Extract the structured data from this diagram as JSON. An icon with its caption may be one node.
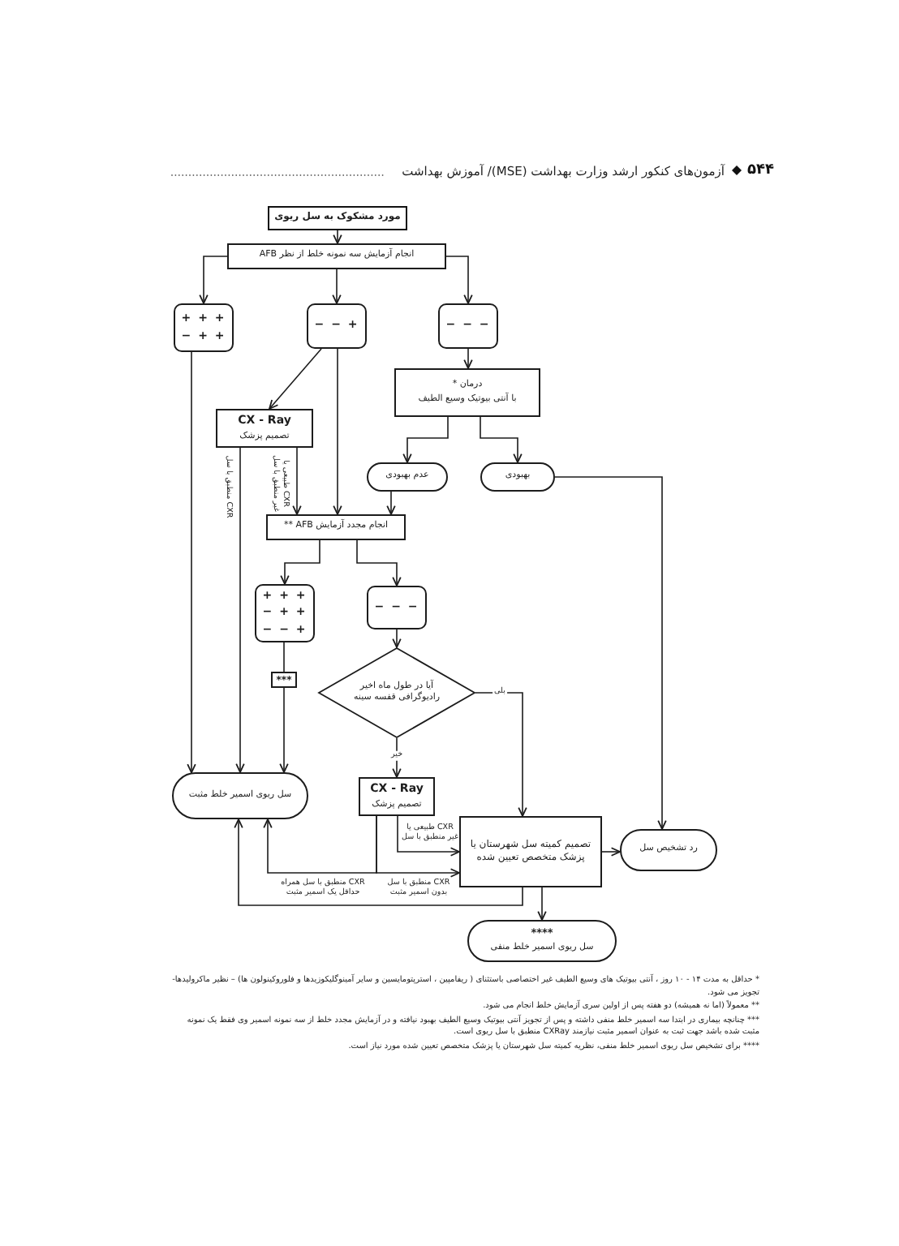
{
  "diagram": {
    "nodes": [
      {
        "text": [
          "مورد مشکوک به سل ریوی"
        ]
      },
      {
        "text": [
          "انجام آزمایش سه نمونه خلط از نظر AFB"
        ]
      },
      {
        "text": [
          "+ + +",
          "+ + −"
        ]
      },
      {
        "text": [
          "+ − −"
        ]
      },
      {
        "text": [
          "− − −"
        ]
      },
      {
        "text": [
          "درمان *",
          "با آنتی بیوتیک وسیع الطیف"
        ]
      },
      {
        "text": [
          "CX - Ray",
          "تصمیم پزشک"
        ]
      },
      {
        "text": [
          "عدم بهبودی"
        ]
      },
      {
        "text": [
          "بهبودی"
        ]
      },
      {
        "text": [
          "انجام مجدد آزمایش AFB **"
        ]
      },
      {
        "text": [
          "+ + +",
          "+ + −",
          "+ − −"
        ]
      },
      {
        "text": [
          "− − −"
        ]
      },
      {
        "text": [
          "***"
        ]
      },
      {
        "text": [
          "آیا در طول ماه اخیر رادیوگرافی قفسه سینه"
        ]
      },
      {
        "text": [
          "سل ریوی اسمیر خلط مثبت"
        ]
      },
      {
        "text": [
          "CX - Ray",
          "تصمیم پزشک"
        ]
      },
      {
        "text": [
          "تصمیم کمیته سل شهرستان یا پزشک متخصص تعیین شده"
        ]
      },
      {
        "text": [
          "رد تشخیص سل"
        ]
      },
      {
        "text": [
          "****",
          "سل ریوی اسمیر خلط منفی"
        ]
      }
    ],
    "edges": [
      {
        "from": 0,
        "to": 1,
        "arrow": "to"
      },
      {
        "from": 1,
        "to": 2,
        "arrow": "to"
      },
      {
        "from": 1,
        "to": 3,
        "arrow": "to"
      },
      {
        "from": 1,
        "to": 4,
        "arrow": "to"
      },
      {
        "from": 4,
        "to": 5,
        "arrow": "to"
      },
      {
        "from": 3,
        "to": 6,
        "arrow": "to"
      },
      {
        "from": 3,
        "to": 9,
        "arrow": "to"
      },
      {
        "from": 5,
        "to": 7,
        "arrow": "to"
      },
      {
        "from": 5,
        "to": 8,
        "arrow": "to"
      },
      {
        "from": 6,
        "to": 14,
        "arrow": "to",
        "label": "CXR منطبق با سل"
      },
      {
        "from": 6,
        "to": 9,
        "arrow": "to",
        "label": "CXR طبیعی یا غیر منطبق با سل"
      },
      {
        "from": 7,
        "to": 9,
        "arrow": "to"
      },
      {
        "from": 2,
        "to": 14,
        "arrow": "to"
      },
      {
        "from": 8,
        "to": 17,
        "arrow": "to"
      },
      {
        "from": 9,
        "to": 10,
        "arrow": "to"
      },
      {
        "from": 9,
        "to": 11,
        "arrow": "to"
      },
      {
        "from": 10,
        "to": 12,
        "arrow": "none"
      },
      {
        "from": 12,
        "to": 14,
        "arrow": "to"
      },
      {
        "from": 11,
        "to": 13,
        "arrow": "to"
      },
      {
        "from": 13,
        "to": 16,
        "arrow": "to",
        "label": "بلی"
      },
      {
        "from": 13,
        "to": 15,
        "arrow": "to",
        "label": "خیر"
      },
      {
        "from": 15,
        "to": 16,
        "arrow": "to",
        "label": "CXR طبیعی یا غیر منطبق با سل"
      },
      {
        "from": 15,
        "to": 14,
        "arrow": "to",
        "label": "CXR منطبق با سل همراه حداقل یک اسمیر مثبت"
      },
      {
        "from": 15,
        "to": 16,
        "arrow": "to",
        "label": "CXR منطبق با سل بدون اسمیر مثبت"
      },
      {
        "from": 16,
        "to": 14,
        "arrow": "to"
      },
      {
        "from": 16,
        "to": 17,
        "arrow": "to"
      },
      {
        "from": 16,
        "to": 18,
        "arrow": "to"
      }
    ],
    "labels": [
      "۵۴۴",
      "آزمون‌های کنکور ارشد وزارت بهداشت (MSE)/ آموزش بهداشت",
      "* حداقل به مدت ۱۴ - ۱۰ روز ، آنتی بیوتیک های وسیع الطیف غیر اختصاصی باستثنای ( ریفامپین ، استرپتومایسین و سایر آمینوگلیکوزیدها و فلوروکینولون ها) – نظیر ماکرولیدها- تجویز می شود.",
      "** معمولاً (اما نه همیشه) دو هفته پس از اولین سری آزمایش خلط انجام می شود.",
      "*** چنانچه بیماری در ابتدا سه اسمیر خلط منفی داشته و پس از تجویز آنتی بیوتیک وسیع الطیف بهبود نیافته و در آزمایش مجدد خلط از سه نمونه اسمیر وی فقط یک نمونه مثبت شده باشد جهت ثبت به عنوان اسمیر مثبت نیازمند CXRay منطبق با سل ریوی است.",
      "**** برای تشخیص سل ریوی اسمیر خلط منفی، نظریه کمیته سل شهرستان یا پزشک متخصص تعیین شده مورد نیاز است."
    ]
  }
}
